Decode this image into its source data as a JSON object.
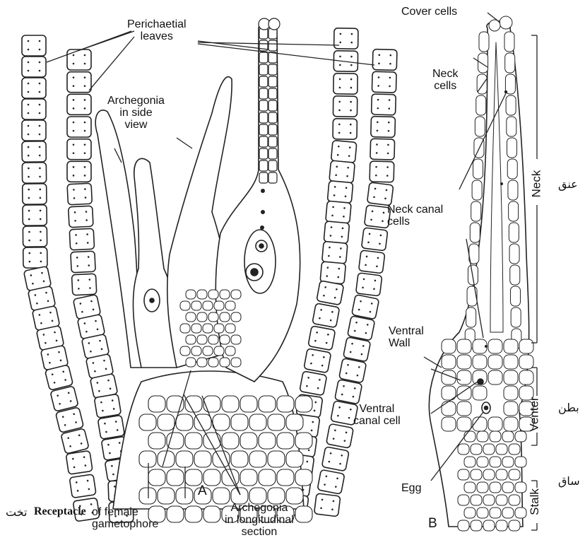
{
  "figure_a": {
    "label": "A",
    "perichaetial_leaves": "Perichaetial\nleaves",
    "archegonia_side_view": "Archegonia\nin side\nview",
    "receptacle_word": "Receptacle",
    "receptacle_rest": "of female\ngametophore",
    "archegonia_longitudinal": "Archegonia\nin longitudinal\nsection",
    "urdu_receptacle": "تخت"
  },
  "figure_b": {
    "label": "B",
    "cover_cells": "Cover cells",
    "neck_cells": "Neck\ncells",
    "neck_canal_cells": "Neck canal\ncells",
    "ventral_wall": "Ventral\nWall",
    "ventral_canal_cell": "Ventral\ncanal cell",
    "egg": "Egg",
    "neck_region": "Neck",
    "venter_region": "Venter",
    "stalk_region": "Stalk",
    "urdu_neck": "عنق",
    "urdu_venter": "بطن",
    "urdu_stalk": "ساق"
  }
}
